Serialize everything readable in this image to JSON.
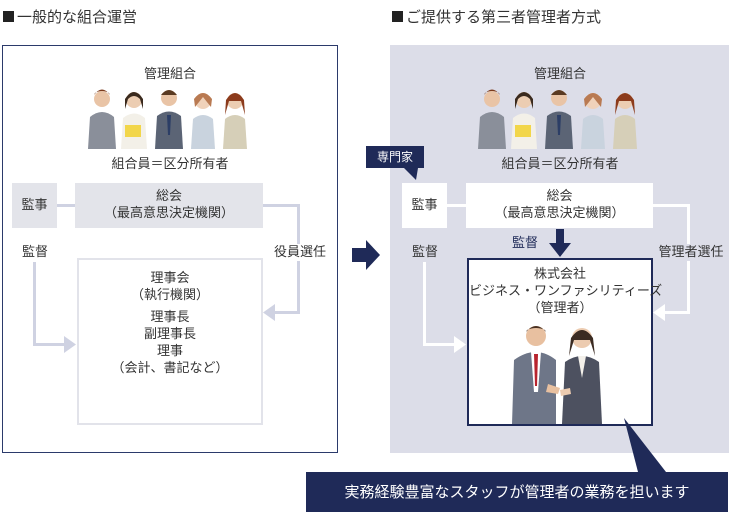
{
  "left": {
    "title": "一般的な組合運営",
    "union_label": "管理組合",
    "members_label": "組合員＝区分所有者",
    "auditor_label": "監事",
    "general_meeting": {
      "line1": "総会",
      "line2": "（最高意思決定機関）"
    },
    "supervision_label": "監督",
    "officer_election_label": "役員選任",
    "board": {
      "line1": "理事会",
      "line2": "（執行機関）",
      "line3": "理事長",
      "line4": "副理事長",
      "line5": "理事",
      "line6": "（会計、書記など）"
    }
  },
  "right": {
    "title": "ご提供する第三者管理者方式",
    "union_label": "管理組合",
    "expert_tag": "専門家",
    "members_label": "組合員＝区分所有者",
    "auditor_label": "監事",
    "general_meeting": {
      "line1": "総会",
      "line2": "（最高意思決定機関）"
    },
    "supervision_left_label": "監督",
    "supervision_center_label": "監督",
    "manager_election_label": "管理者選任",
    "company": {
      "line1": "株式会社",
      "line2": "ビジネス・ワンファシリティーズ",
      "line3": "（管理者）"
    },
    "banner": "実務経験豊富なスタッフが管理者の業務を担います"
  },
  "colors": {
    "navy": "#1f2a58",
    "panel_grey": "#dcdde8",
    "arrow_light": "#cfd2e2",
    "box_grey": "#e3e4ea"
  },
  "icons": [
    "square-bullet-icon",
    "right-arrow-icon",
    "down-arrow-icon",
    "people-group-icon",
    "business-people-icon"
  ]
}
